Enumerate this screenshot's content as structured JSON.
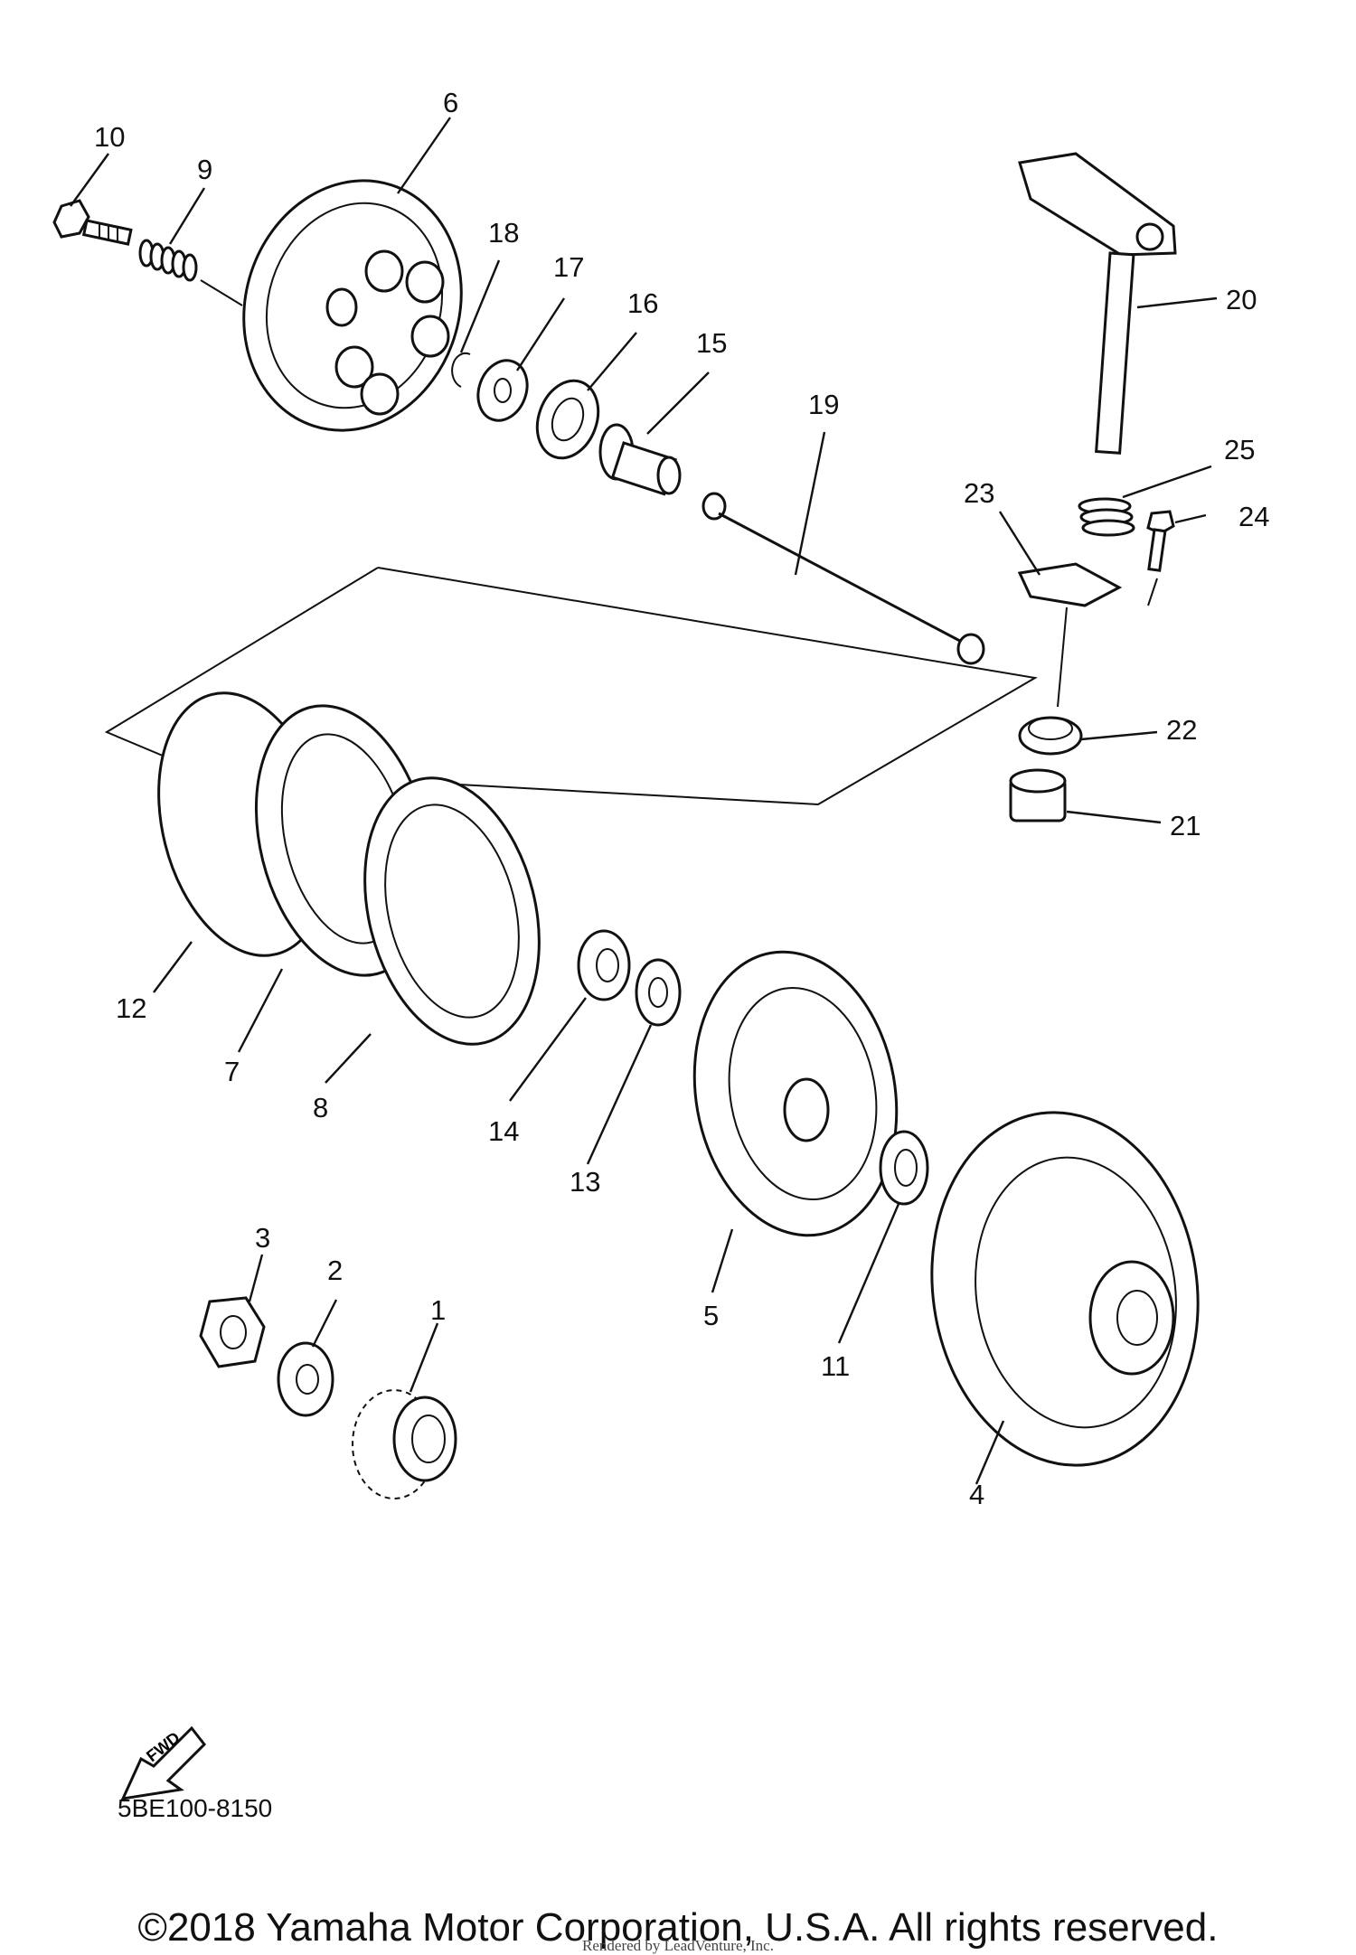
{
  "callouts": [
    "1",
    "2",
    "3",
    "4",
    "5",
    "6",
    "7",
    "8",
    "9",
    "10",
    "11",
    "12",
    "13",
    "14",
    "15",
    "16",
    "17",
    "18",
    "19",
    "20",
    "21",
    "22",
    "23",
    "24",
    "25"
  ],
  "fwd_label": "FWD",
  "drawing_code": "5BE100-8150",
  "copyright": "©2018 Yamaha Motor Corporation, U.S.A. All rights reserved.",
  "rendered_by": "Rendered by LeadVenture, Inc."
}
